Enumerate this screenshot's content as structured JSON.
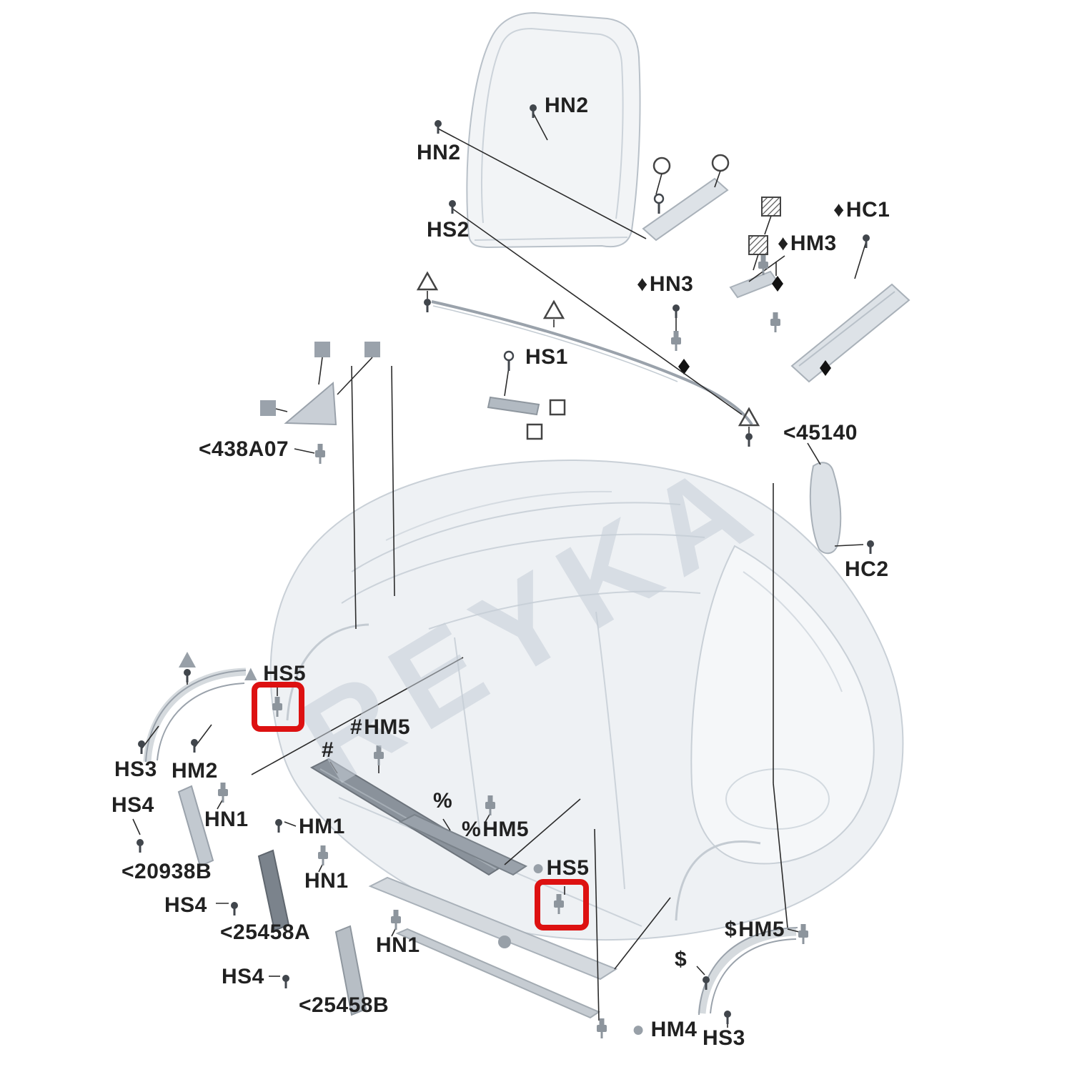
{
  "watermark": "REYKA",
  "colors": {
    "highlight_box": "#dd1111",
    "label_text": "#212121",
    "marker_grey": "#98a0a8",
    "part_light": "#eef1f4",
    "part_mid": "#9aa2ab"
  },
  "labels": {
    "hn2_top": {
      "prefix": "",
      "text": "HN2"
    },
    "hn2_side": {
      "prefix": "",
      "text": "HN2"
    },
    "hs2": {
      "prefix": "",
      "text": "HS2"
    },
    "hc1": {
      "prefix": "♦",
      "text": "HC1"
    },
    "hm3": {
      "prefix": "♦",
      "text": "HM3"
    },
    "hn3": {
      "prefix": "♦",
      "text": "HN3"
    },
    "hs1": {
      "prefix": "",
      "text": "HS1"
    },
    "p438a07": {
      "prefix": "",
      "text": "<438A07"
    },
    "p45140": {
      "prefix": "",
      "text": "<45140"
    },
    "hc2": {
      "prefix": "",
      "text": "HC2"
    },
    "hs5_upper": {
      "prefix": "▲",
      "text": "HS5"
    },
    "hm5_hash": {
      "prefix": "#",
      "text": "HM5"
    },
    "hash": {
      "prefix": "",
      "text": "#"
    },
    "hs3_left": {
      "prefix": "",
      "text": "HS3"
    },
    "hm2": {
      "prefix": "",
      "text": "HM2"
    },
    "hs4_upper": {
      "prefix": "",
      "text": "HS4"
    },
    "hn1_a": {
      "prefix": "",
      "text": "HN1"
    },
    "hm1": {
      "prefix": "",
      "text": "HM1"
    },
    "percent": {
      "prefix": "",
      "text": "%"
    },
    "hm5_percent": {
      "prefix": "%",
      "text": "HM5"
    },
    "p20938b": {
      "prefix": "",
      "text": "<20938B"
    },
    "hn1_b": {
      "prefix": "",
      "text": "HN1"
    },
    "hs4_mid": {
      "prefix": "",
      "text": "HS4"
    },
    "p25458a": {
      "prefix": "",
      "text": "<25458A"
    },
    "hs5_lower": {
      "prefix": "●",
      "text": "HS5"
    },
    "hn1_c": {
      "prefix": "",
      "text": "HN1"
    },
    "hm5_dollar": {
      "prefix": "$",
      "text": "HM5"
    },
    "dollar": {
      "prefix": "",
      "text": "$"
    },
    "hs4_lower": {
      "prefix": "",
      "text": "HS4"
    },
    "p25458b": {
      "prefix": "",
      "text": "<25458B"
    },
    "hm4": {
      "prefix": "●",
      "text": "HM4"
    },
    "hs3_right": {
      "prefix": "",
      "text": "HS3"
    }
  }
}
